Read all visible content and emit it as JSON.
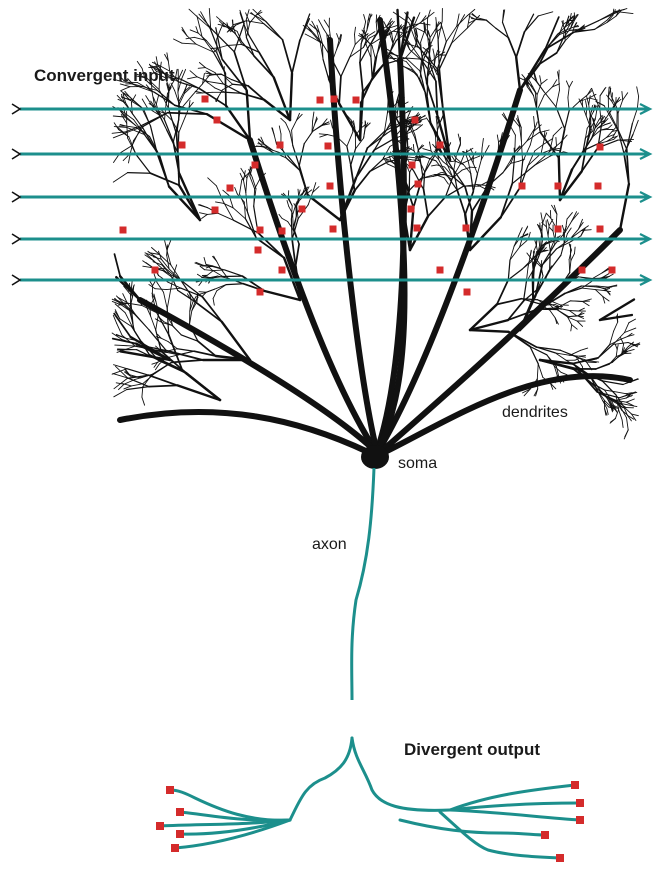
{
  "labels": {
    "convergent": "Convergent input",
    "divergent": "Divergent output",
    "dendrites": "dendrites",
    "soma": "soma",
    "axon": "axon"
  },
  "colors": {
    "teal": "#1c8f8c",
    "neuron": "#111111",
    "synapse": "#d42b2b",
    "background": "#ffffff"
  },
  "input_line_count": 5
}
